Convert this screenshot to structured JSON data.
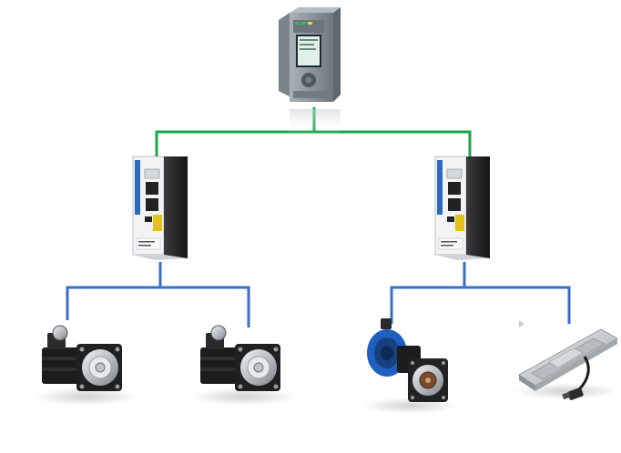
{
  "diagram": {
    "nodes": [
      {
        "id": "plc",
        "role": "controller",
        "icon": "plc-controller-icon"
      },
      {
        "id": "drive-left",
        "role": "servo-drive",
        "icon": "servo-drive-icon"
      },
      {
        "id": "drive-right",
        "role": "servo-drive",
        "icon": "servo-drive-icon"
      },
      {
        "id": "motor-1",
        "role": "servo-motor",
        "icon": "servo-motor-icon"
      },
      {
        "id": "motor-2",
        "role": "servo-motor",
        "icon": "servo-motor-icon"
      },
      {
        "id": "motor-3",
        "role": "direct-drive-rotary-motor",
        "icon": "rotary-motor-icon"
      },
      {
        "id": "linear-stage",
        "role": "linear-actuator",
        "icon": "linear-actuator-icon"
      }
    ],
    "links": [
      {
        "from": "plc",
        "to": "drive-left",
        "network": "fieldbus"
      },
      {
        "from": "plc",
        "to": "drive-right",
        "network": "fieldbus"
      },
      {
        "from": "drive-left",
        "to": "motor-1",
        "network": "motor-cable"
      },
      {
        "from": "drive-left",
        "to": "motor-2",
        "network": "motor-cable"
      },
      {
        "from": "drive-right",
        "to": "motor-3",
        "network": "motor-cable"
      },
      {
        "from": "drive-right",
        "to": "linear-stage",
        "network": "motor-cable"
      }
    ],
    "colors": {
      "fieldbus_line": "#1aa64a",
      "motor_line": "#3a6fc4",
      "plc_body": "#8a9299",
      "drive_body": "#2b2b2b",
      "motor_body": "#1c1c1c",
      "blue_motor": "#1f5fbf",
      "stage_body": "#c9ccd0"
    }
  }
}
